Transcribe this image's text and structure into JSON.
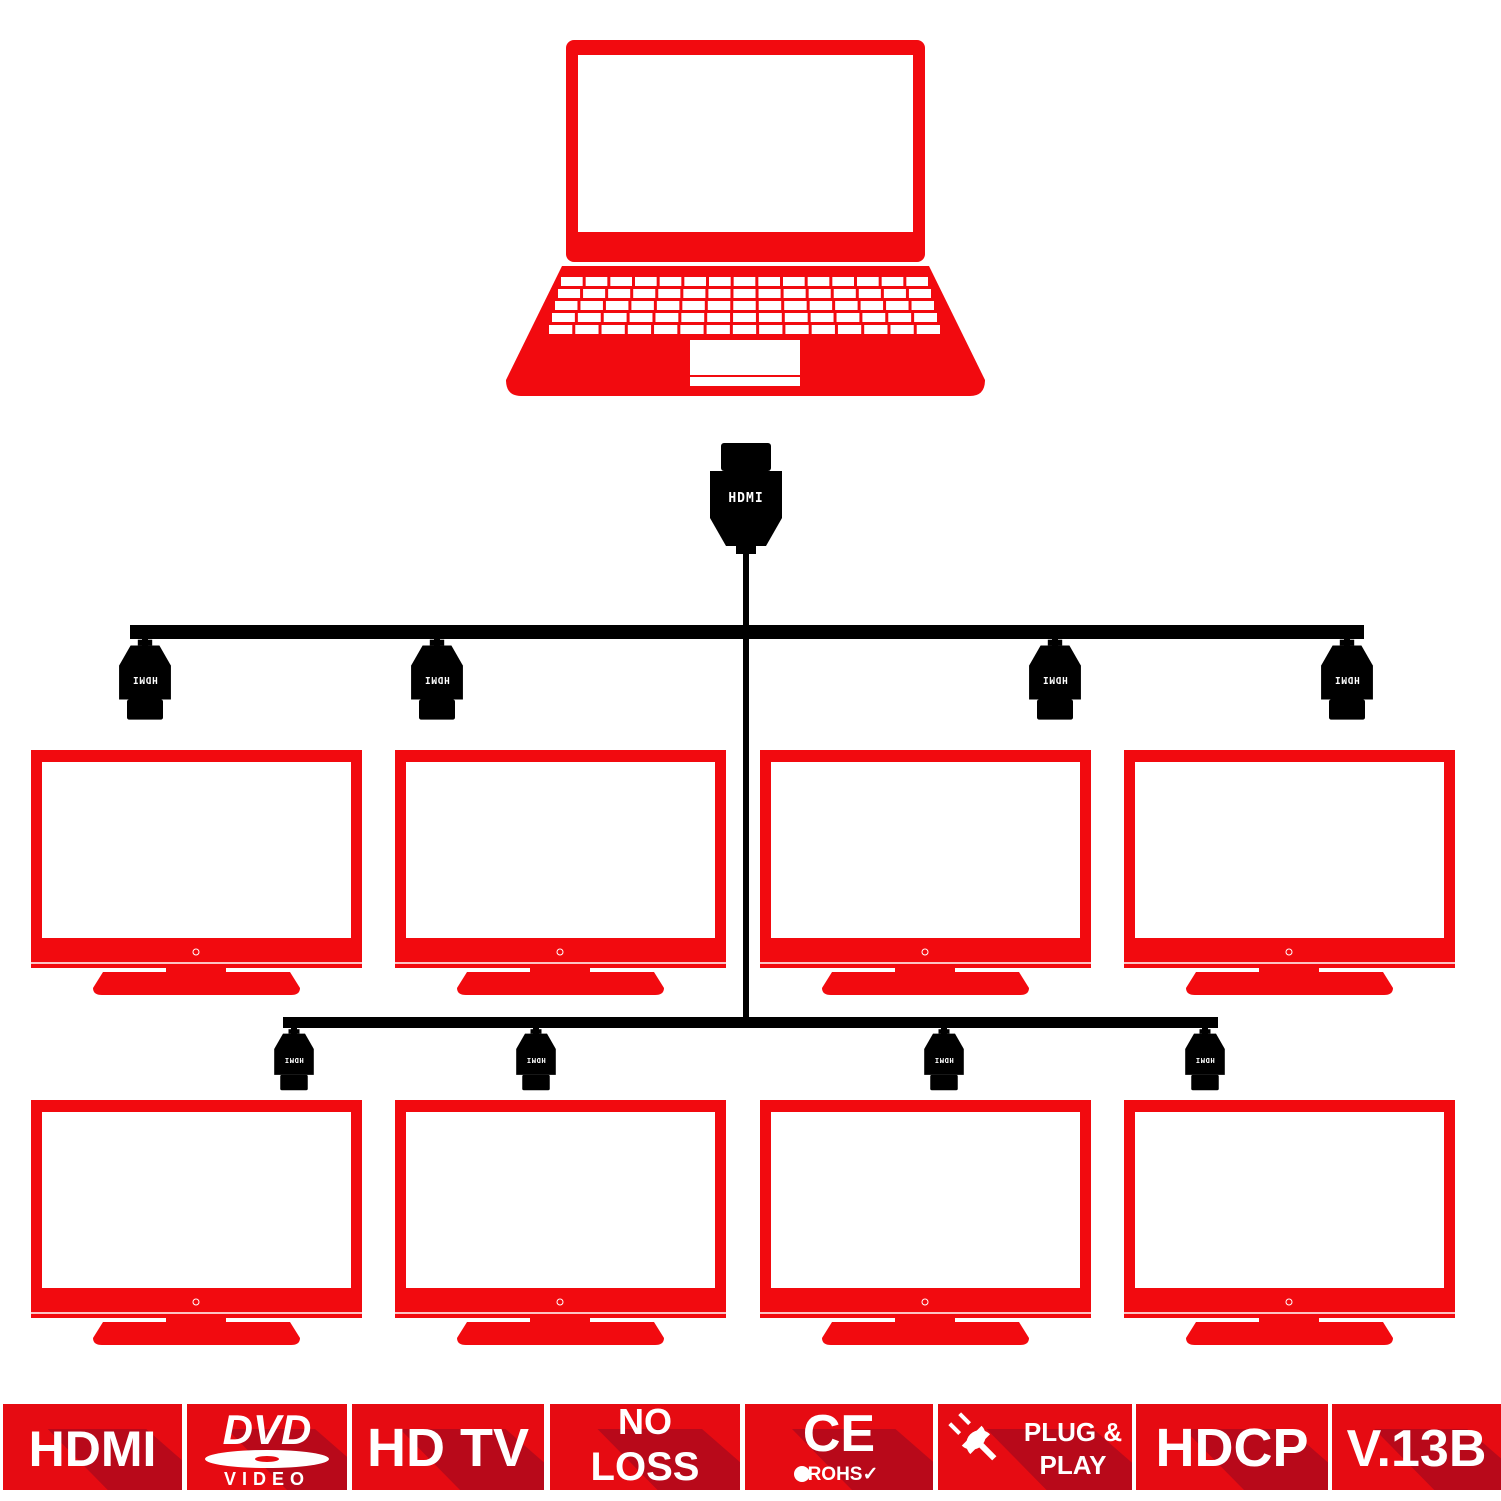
{
  "colors": {
    "device_red": "#f20a0f",
    "badge_red": "#e60b12",
    "badge_shadow": "#b8091a",
    "cable": "#000000"
  },
  "source": {
    "device": "laptop",
    "connector_label": "HDMI"
  },
  "outputs": {
    "row1": {
      "count": 4,
      "connector_label": "HDMI"
    },
    "row2": {
      "count": 4,
      "connector_label": "HDMI"
    }
  },
  "badges": [
    {
      "lines": [
        "HDMI"
      ]
    },
    {
      "lines": [
        "DVD",
        "VIDEO"
      ],
      "icon": "dvd-video-logo"
    },
    {
      "lines": [
        "HD TV"
      ]
    },
    {
      "lines": [
        "NO",
        "LOSS"
      ]
    },
    {
      "lines": [
        "CE",
        "ROHS"
      ],
      "icon": "ce-rohs-logo"
    },
    {
      "lines": [
        "PLUG &",
        "PLAY"
      ],
      "icon": "plug-icon"
    },
    {
      "lines": [
        "HDCP"
      ]
    },
    {
      "lines": [
        "V.13B"
      ]
    }
  ]
}
